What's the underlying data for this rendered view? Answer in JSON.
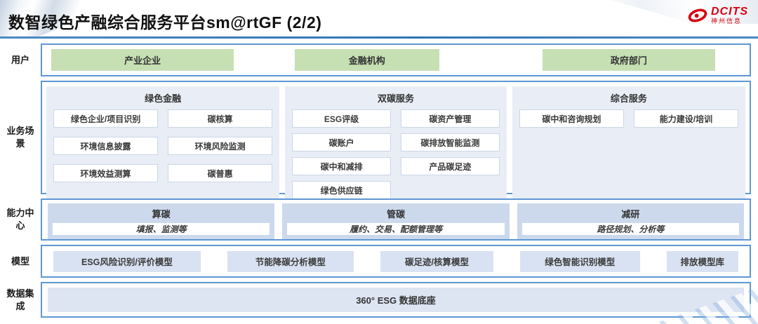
{
  "header": {
    "title": "数智绿色产融综合服务平台sm@rtGF (2/2)",
    "logo": {
      "brand": "DCITS",
      "subbrand": "神州信息"
    }
  },
  "colors": {
    "accent_blue": "#2e75b6",
    "container_border": "#5e97d3",
    "green_box": "#c6e0b4",
    "column_bg": "#e9edf6",
    "capability_bg": "#ccd9ed",
    "model_bg": "#d9e2f2",
    "data_bg": "#dde4f2",
    "logo_red": "#d7000f"
  },
  "rows": {
    "users": {
      "label": "用户",
      "items": [
        "产业企业",
        "金融机构",
        "政府部门"
      ]
    },
    "scenarios": {
      "label": "业务场景",
      "columns": [
        {
          "title": "绿色金融",
          "items": [
            "绿色企业/项目识别",
            "碳核算",
            "环境信息披露",
            "环境风险监测",
            "环境效益测算",
            "碳普惠"
          ]
        },
        {
          "title": "双碳服务",
          "items": [
            "ESG评级",
            "碳资产管理",
            "碳账户",
            "碳排放智能监测",
            "碳中和减排",
            "产品碳足迹",
            "绿色供应链"
          ]
        },
        {
          "title": "综合服务",
          "items": [
            "碳中和咨询规划",
            "能力建设/培训"
          ]
        }
      ]
    },
    "capabilities": {
      "label": "能力中心",
      "items": [
        {
          "title": "算碳",
          "desc": "填报、监测等"
        },
        {
          "title": "管碳",
          "desc": "履约、交易、配额管理等"
        },
        {
          "title": "减研",
          "desc": "路径规划、分析等"
        }
      ]
    },
    "models": {
      "label": "模型",
      "items": [
        "ESG风险识别/评价模型",
        "节能降碳分析模型",
        "碳足迹/核算模型",
        "绿色智能识别模型",
        "排放模型库"
      ]
    },
    "data": {
      "label": "数据集成",
      "item": "360° ESG 数据底座"
    }
  }
}
